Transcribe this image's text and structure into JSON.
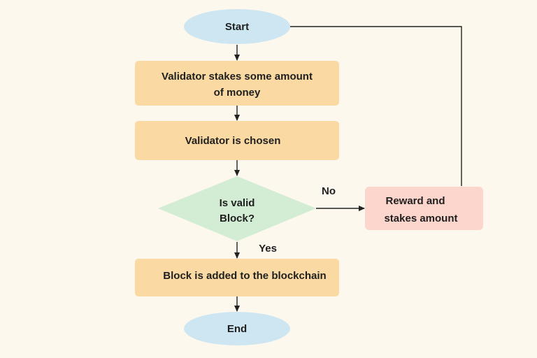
{
  "colors": {
    "background": "#fdf8ee",
    "terminal_fill": "#cde6f2",
    "process_fill": "#fad9a3",
    "decision_fill": "#d3ecd4",
    "reward_fill": "#fcd5cc",
    "line": "#222222"
  },
  "flowchart": {
    "start": "Start",
    "stake": {
      "line1": "Validator stakes some amount",
      "line2": "of money"
    },
    "chosen": "Validator is chosen",
    "decision": {
      "line1": "Is valid",
      "line2": "Block?"
    },
    "reward": {
      "line1": "Reward and",
      "line2": "stakes amount"
    },
    "added": "Block is added to the blockchain",
    "end": "End",
    "label_no": "No",
    "label_yes": "Yes"
  }
}
